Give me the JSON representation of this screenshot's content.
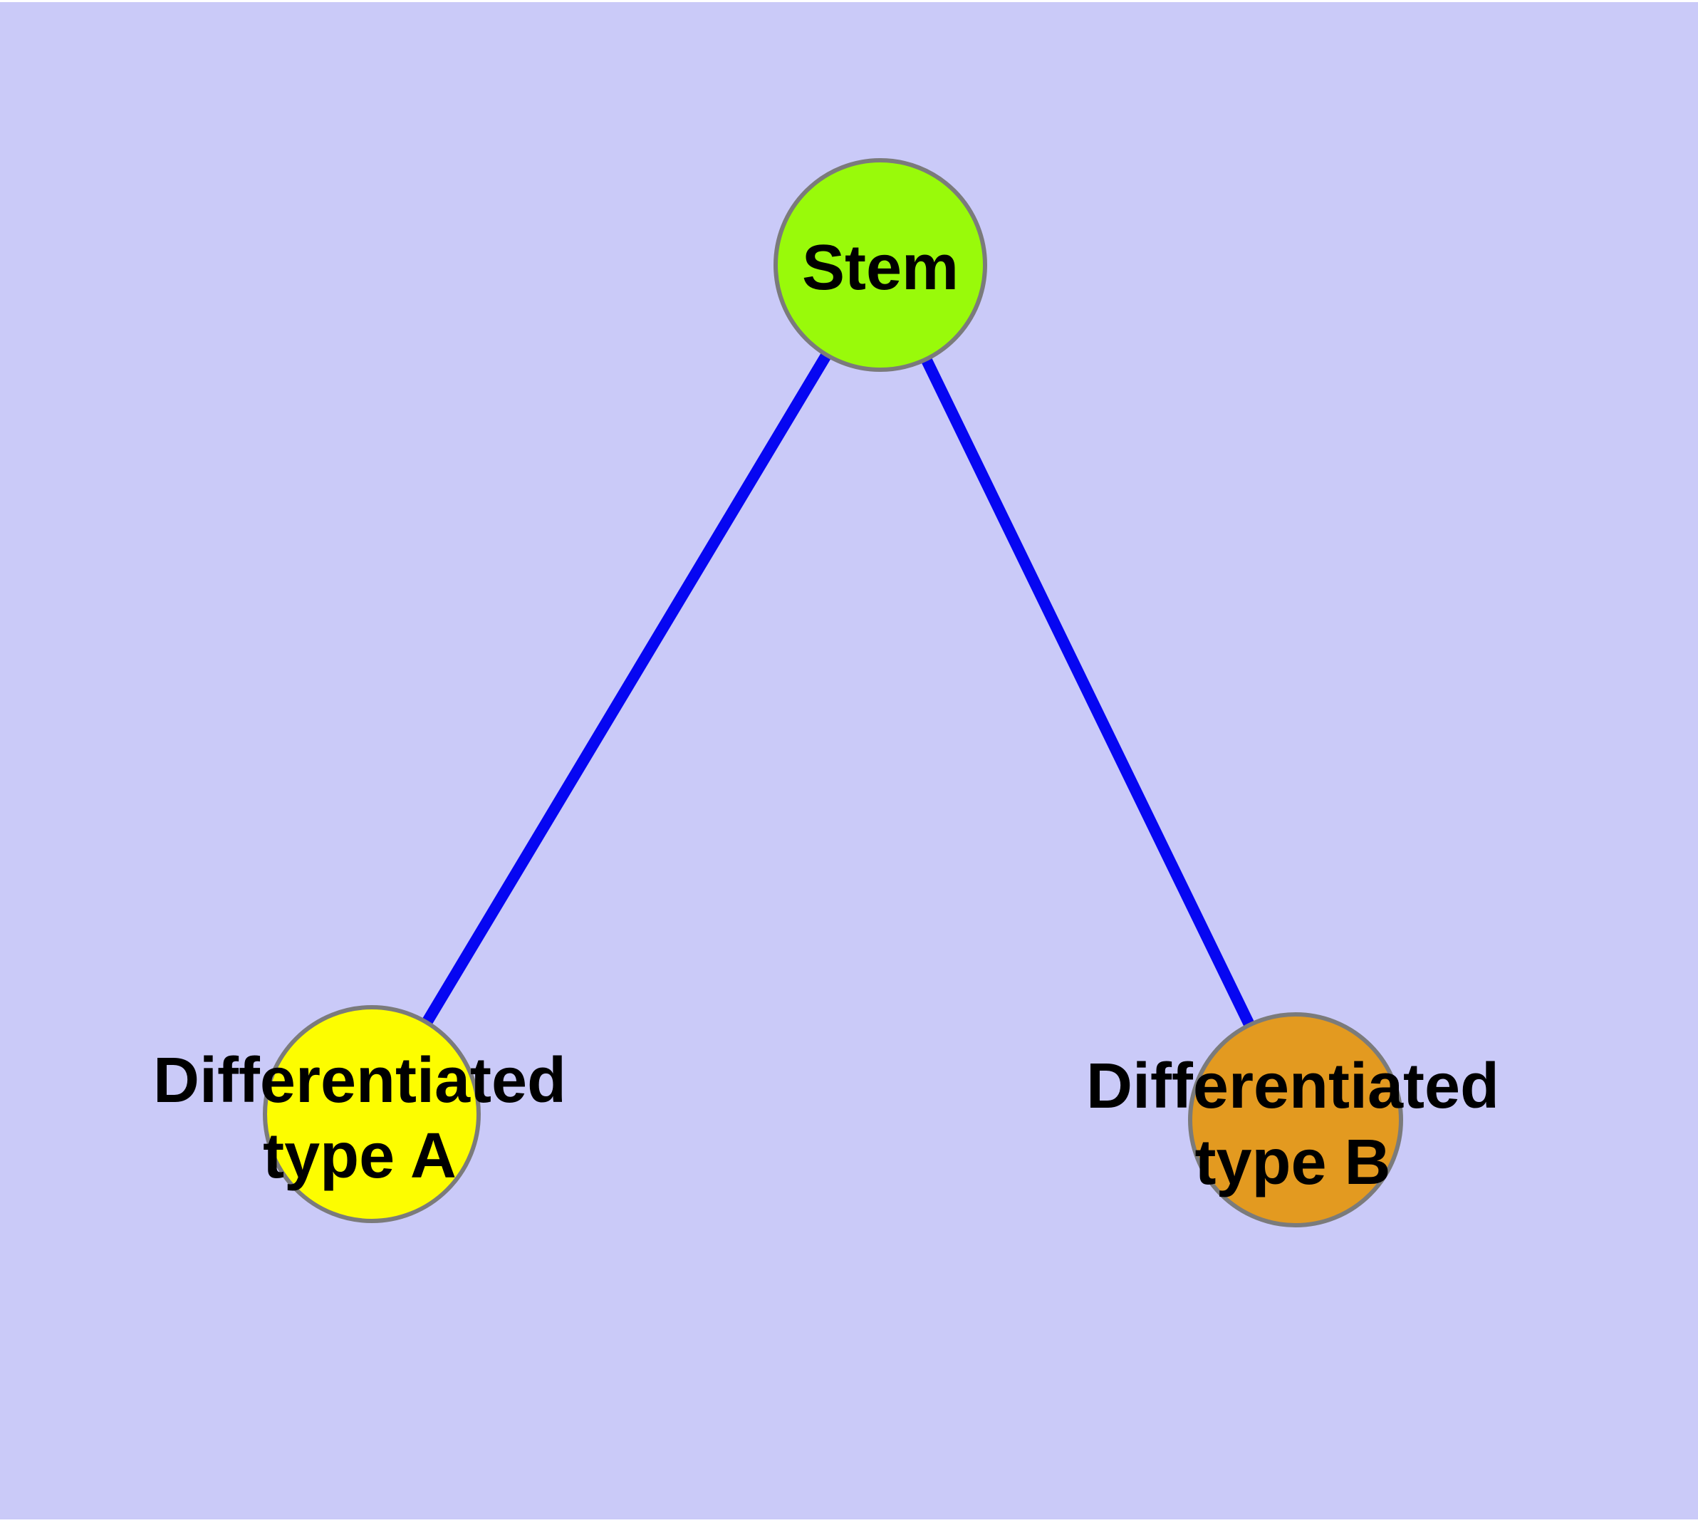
{
  "diagram": {
    "background_color": "#CACAF8",
    "edge_color": "#0606F2",
    "node_border_color": "#7B7B7B",
    "label_color": "#000000",
    "nodes": [
      {
        "id": "stem",
        "label": "Stem",
        "color": "#99FA0A"
      },
      {
        "id": "type-a",
        "label_line1": "Differentiated",
        "label_line2": "type A",
        "color": "#FDFD00"
      },
      {
        "id": "type-b",
        "label_line1": "Differentiated",
        "label_line2": "type B",
        "color": "#E39A20"
      }
    ],
    "edges": [
      {
        "from": "Stem",
        "to": "Differentiated type A"
      },
      {
        "from": "Stem",
        "to": "Differentiated type B"
      }
    ]
  }
}
